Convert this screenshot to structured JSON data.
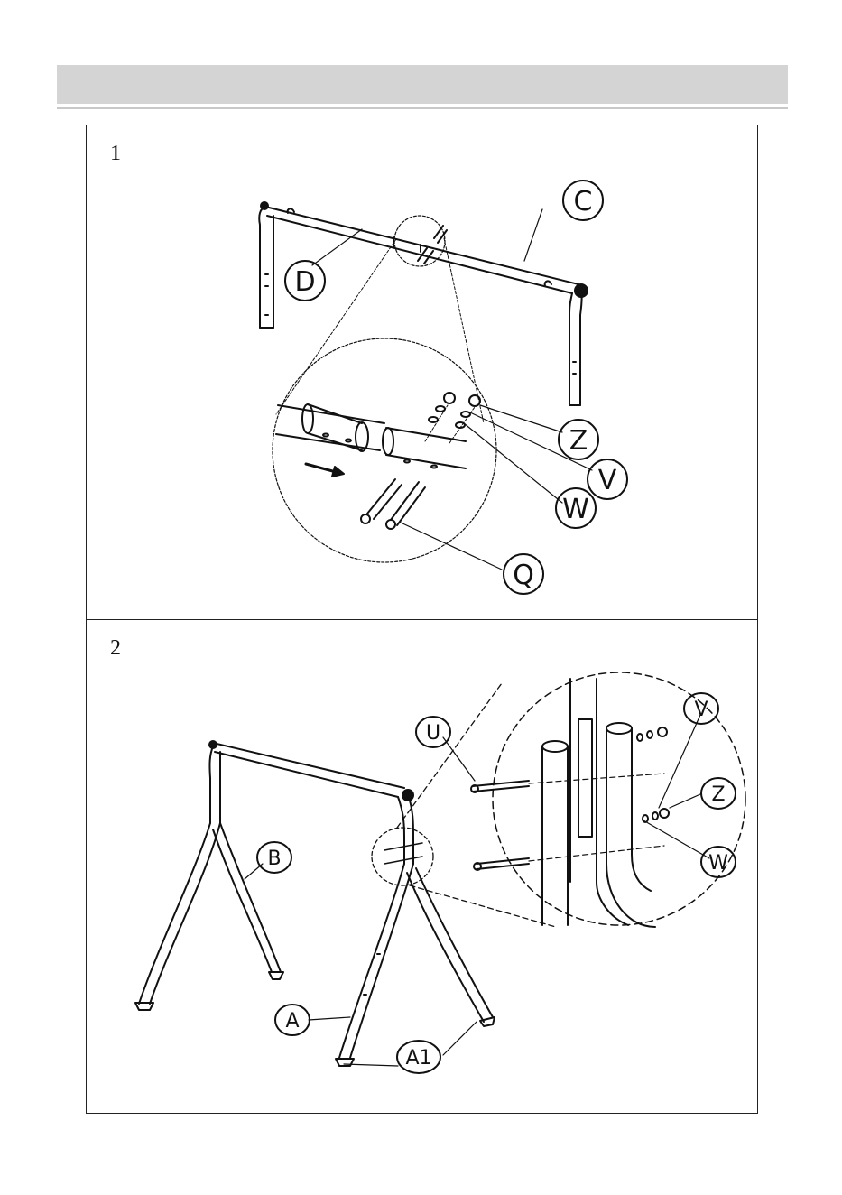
{
  "steps": [
    {
      "number": "1",
      "labels": {
        "c": "C",
        "d": "D",
        "z": "Z",
        "v": "V",
        "w": "W",
        "q": "Q"
      }
    },
    {
      "number": "2",
      "labels": {
        "u": "U",
        "v": "V",
        "z": "Z",
        "w": "W",
        "b": "B",
        "a": "A",
        "a1": "A1"
      }
    }
  ]
}
